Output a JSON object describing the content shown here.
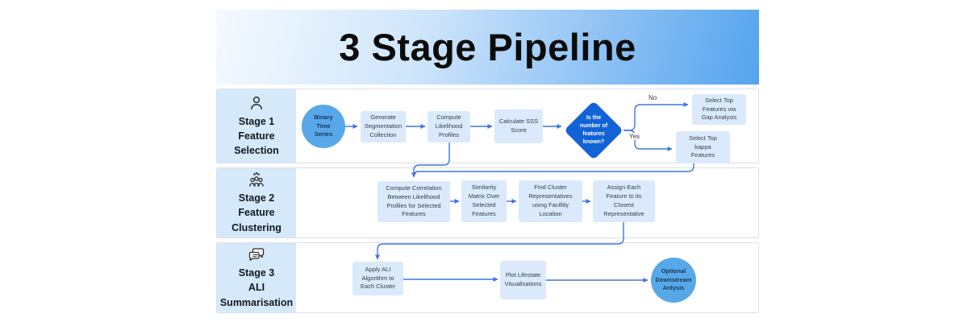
{
  "title": "3 Stage Pipeline",
  "stages": [
    {
      "label": "Stage 1\nFeature\nSelection",
      "icon": "person-icon"
    },
    {
      "label": "Stage 2\nFeature\nClustering",
      "icon": "team-icon"
    },
    {
      "label": "Stage 3\nALI\nSummarisation",
      "icon": "chat-bubbles-icon"
    }
  ],
  "nodes": {
    "binary_time_series": "Binary\nTime\nSeries",
    "generate_segmentation": "Generate\nSegmentation\nCollection",
    "compute_likelihood": "Compute\nLikelihood\nProfiles",
    "calculate_sss": "Calculate SSS\nScore",
    "decision": "Is the\nnumber of\nfeatures\nknown?",
    "select_gap": "Select Top\nFeatures via\nGap Analysis",
    "select_kappa": "Select Top\nkappa\nFeatures",
    "compute_correlation": "Compute Correlation\nBetween Likelihood\nProfiles for Selected\nFeatures",
    "similarity_matrix": "Similarity\nMatrix Over\nSelected\nFeatures",
    "find_cluster": "Find Cluster\nRepresentatives\nusing Facillity\nLocation",
    "assign_each": "Assign Each\nFeature to its\nClosest\nRepresentative",
    "apply_ali": "Apply ALI\nAlgorithm to\nEach Cluster",
    "plot_lifestate": "Plot Lifestate\nVisualisations",
    "optional_downstream": "Optional\nDownstream\nAnlysis"
  },
  "branch_labels": {
    "no": "No",
    "yes": "Yes"
  },
  "colors": {
    "banner_gradient_start": "#f5fafe",
    "banner_gradient_end": "#55a4ee",
    "stage_label_bg": "#d6e9fb",
    "flow_box_bg": "#daeafc",
    "circle_bg": "#58a8e9",
    "diamond_bg": "#1263d6",
    "connector": "#3f75de",
    "row_border": "#dbe0e8",
    "title_color": "#0b0b0b"
  }
}
